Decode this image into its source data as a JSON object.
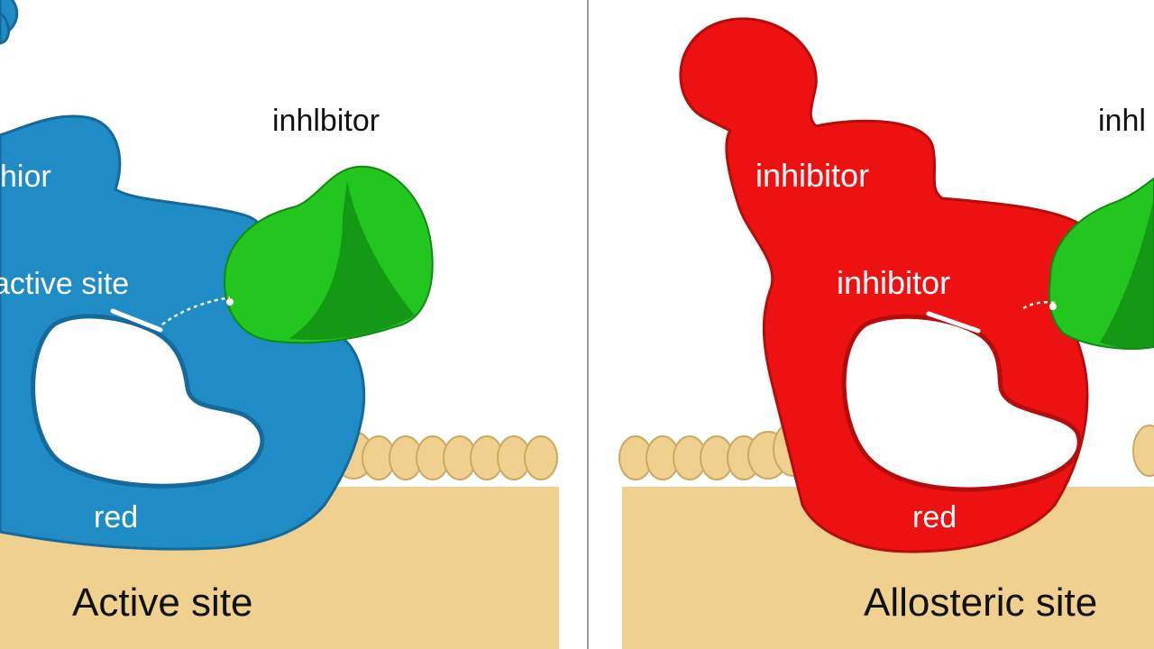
{
  "colors": {
    "background": "#ffffff",
    "membrane": "#f0d08e",
    "membrane_outline": "#c9a963",
    "divider": "#9a9a9a",
    "enzyme_left": "#1f8cc5",
    "enzyme_left_outline": "#16699a",
    "enzyme_right": "#ee1111",
    "enzyme_right_outline": "#b50c0c",
    "inhibitor": "#22c61e",
    "inhibitor_dark": "#0f8a12",
    "label_light": "#ffffff",
    "label_dark": "#111111"
  },
  "left_panel": {
    "enzyme_partial_label": "hior",
    "active_site_label": "active site",
    "enzyme_name_label": "red",
    "outside_inhibitor_label": "inhlbitor",
    "caption": "Active site"
  },
  "right_panel": {
    "enzyme_top_label": "inhibitor",
    "enzyme_middle_label": "inhibitor",
    "enzyme_name_label": "red",
    "outside_inhibitor_label": "inhl",
    "caption": "Allosteric site"
  }
}
